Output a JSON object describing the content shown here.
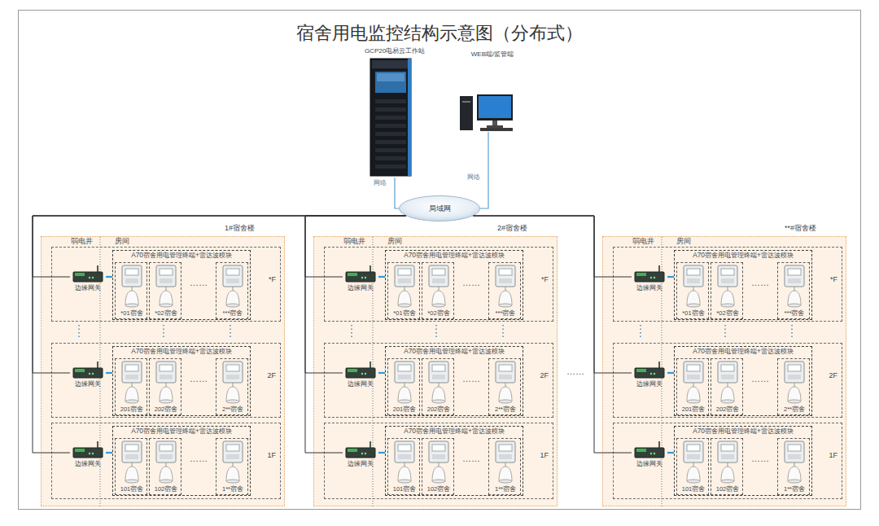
{
  "diagram": {
    "title": "宿舍用电监控结构示意图（分布式）",
    "nodes": [
      {
        "text": [
          "GCP20电易云工作站"
        ]
      },
      {
        "text": [
          "WEB端/监管端"
        ]
      },
      {
        "text": [
          "局域网"
        ]
      },
      {
        "text": [
          "1#宿舍楼",
          "弱电井",
          "房间"
        ]
      },
      {
        "text": [
          "*F"
        ],
        "in": 3
      },
      {
        "text": [
          "边缘网关"
        ],
        "in": 4
      },
      {
        "text": [
          "A70宿舍用电管理终端+雷达波模块"
        ],
        "in": 4
      },
      {
        "text": [
          "*01宿舍"
        ],
        "in": 6
      },
      {
        "text": [
          "*02宿舍"
        ],
        "in": 6
      },
      {
        "text": [
          "***宿舍"
        ],
        "in": 6
      },
      {
        "text": [
          "2F"
        ],
        "in": 3
      },
      {
        "text": [
          "边缘网关"
        ],
        "in": 10
      },
      {
        "text": [
          "A70宿舍用电管理终端+雷达波模块"
        ],
        "in": 10
      },
      {
        "text": [
          "201宿舍"
        ],
        "in": 12
      },
      {
        "text": [
          "202宿舍"
        ],
        "in": 12
      },
      {
        "text": [
          "2**宿舍"
        ],
        "in": 12
      },
      {
        "text": [
          "1F"
        ],
        "in": 3
      },
      {
        "text": [
          "边缘网关"
        ],
        "in": 16
      },
      {
        "text": [
          "A70宿舍用电管理终端+雷达波模块"
        ],
        "in": 16
      },
      {
        "text": [
          "101宿舍"
        ],
        "in": 18
      },
      {
        "text": [
          "102宿舍"
        ],
        "in": 18
      },
      {
        "text": [
          "1**宿舍"
        ],
        "in": 18
      },
      {
        "text": [
          "2#宿舍楼",
          "弱电井",
          "房间"
        ]
      },
      {
        "text": [
          "*F"
        ],
        "in": 22
      },
      {
        "text": [
          "边缘网关"
        ],
        "in": 23
      },
      {
        "text": [
          "A70宿舍用电管理终端+雷达波模块"
        ],
        "in": 23
      },
      {
        "text": [
          "*01宿舍"
        ],
        "in": 25
      },
      {
        "text": [
          "*02宿舍"
        ],
        "in": 25
      },
      {
        "text": [
          "***宿舍"
        ],
        "in": 25
      },
      {
        "text": [
          "2F"
        ],
        "in": 22
      },
      {
        "text": [
          "边缘网关"
        ],
        "in": 29
      },
      {
        "text": [
          "A70宿舍用电管理终端+雷达波模块"
        ],
        "in": 29
      },
      {
        "text": [
          "201宿舍"
        ],
        "in": 31
      },
      {
        "text": [
          "202宿舍"
        ],
        "in": 31
      },
      {
        "text": [
          "2**宿舍"
        ],
        "in": 31
      },
      {
        "text": [
          "1F"
        ],
        "in": 22
      },
      {
        "text": [
          "边缘网关"
        ],
        "in": 35
      },
      {
        "text": [
          "A70宿舍用电管理终端+雷达波模块"
        ],
        "in": 35
      },
      {
        "text": [
          "101宿舍"
        ],
        "in": 37
      },
      {
        "text": [
          "102宿舍"
        ],
        "in": 37
      },
      {
        "text": [
          "1**宿舍"
        ],
        "in": 37
      },
      {
        "text": [
          "**#宿舍楼",
          "弱电井",
          "房间"
        ]
      },
      {
        "text": [
          "*F"
        ],
        "in": 41
      },
      {
        "text": [
          "边缘网关"
        ],
        "in": 42
      },
      {
        "text": [
          "A70宿舍用电管理终端+雷达波模块"
        ],
        "in": 42
      },
      {
        "text": [
          "*01宿舍"
        ],
        "in": 44
      },
      {
        "text": [
          "*02宿舍"
        ],
        "in": 44
      },
      {
        "text": [
          "***宿舍"
        ],
        "in": 44
      },
      {
        "text": [
          "2F"
        ],
        "in": 41
      },
      {
        "text": [
          "边缘网关"
        ],
        "in": 48
      },
      {
        "text": [
          "A70宿舍用电管理终端+雷达波模块"
        ],
        "in": 48
      },
      {
        "text": [
          "201宿舍"
        ],
        "in": 50
      },
      {
        "text": [
          "202宿舍"
        ],
        "in": 50
      },
      {
        "text": [
          "2**宿舍"
        ],
        "in": 50
      },
      {
        "text": [
          "1F"
        ],
        "in": 41
      },
      {
        "text": [
          "边缘网关"
        ],
        "in": 54
      },
      {
        "text": [
          "A70宿舍用电管理终端+雷达波模块"
        ],
        "in": 54
      },
      {
        "text": [
          "101宿舍"
        ],
        "in": 56
      },
      {
        "text": [
          "102宿舍"
        ],
        "in": 56
      },
      {
        "text": [
          "1**宿舍"
        ],
        "in": 56
      }
    ],
    "edges": [
      {
        "from": 0,
        "to": 2,
        "label": "网络",
        "arrow": "none"
      },
      {
        "from": 1,
        "to": 2,
        "label": "网络",
        "arrow": "none"
      },
      {
        "from": 2,
        "to": 5,
        "arrow": "none"
      },
      {
        "from": 5,
        "to": 6,
        "arrow": "none"
      },
      {
        "from": 2,
        "to": 11,
        "arrow": "none"
      },
      {
        "from": 11,
        "to": 12,
        "arrow": "none"
      },
      {
        "from": 2,
        "to": 17,
        "arrow": "none"
      },
      {
        "from": 17,
        "to": 18,
        "arrow": "none"
      },
      {
        "from": 2,
        "to": 24,
        "arrow": "none"
      },
      {
        "from": 24,
        "to": 25,
        "arrow": "none"
      },
      {
        "from": 2,
        "to": 30,
        "arrow": "none"
      },
      {
        "from": 30,
        "to": 31,
        "arrow": "none"
      },
      {
        "from": 2,
        "to": 36,
        "arrow": "none"
      },
      {
        "from": 36,
        "to": 37,
        "arrow": "none"
      },
      {
        "from": 2,
        "to": 43,
        "arrow": "none"
      },
      {
        "from": 43,
        "to": 44,
        "arrow": "none"
      },
      {
        "from": 2,
        "to": 49,
        "arrow": "none"
      },
      {
        "from": 49,
        "to": 50,
        "arrow": "none"
      },
      {
        "from": 2,
        "to": 55,
        "arrow": "none"
      },
      {
        "from": 55,
        "to": 56,
        "arrow": "none"
      }
    ],
    "labels": [
      "……",
      "……",
      "……",
      "……",
      "……",
      "……",
      "……",
      "……",
      "……",
      "……"
    ]
  }
}
